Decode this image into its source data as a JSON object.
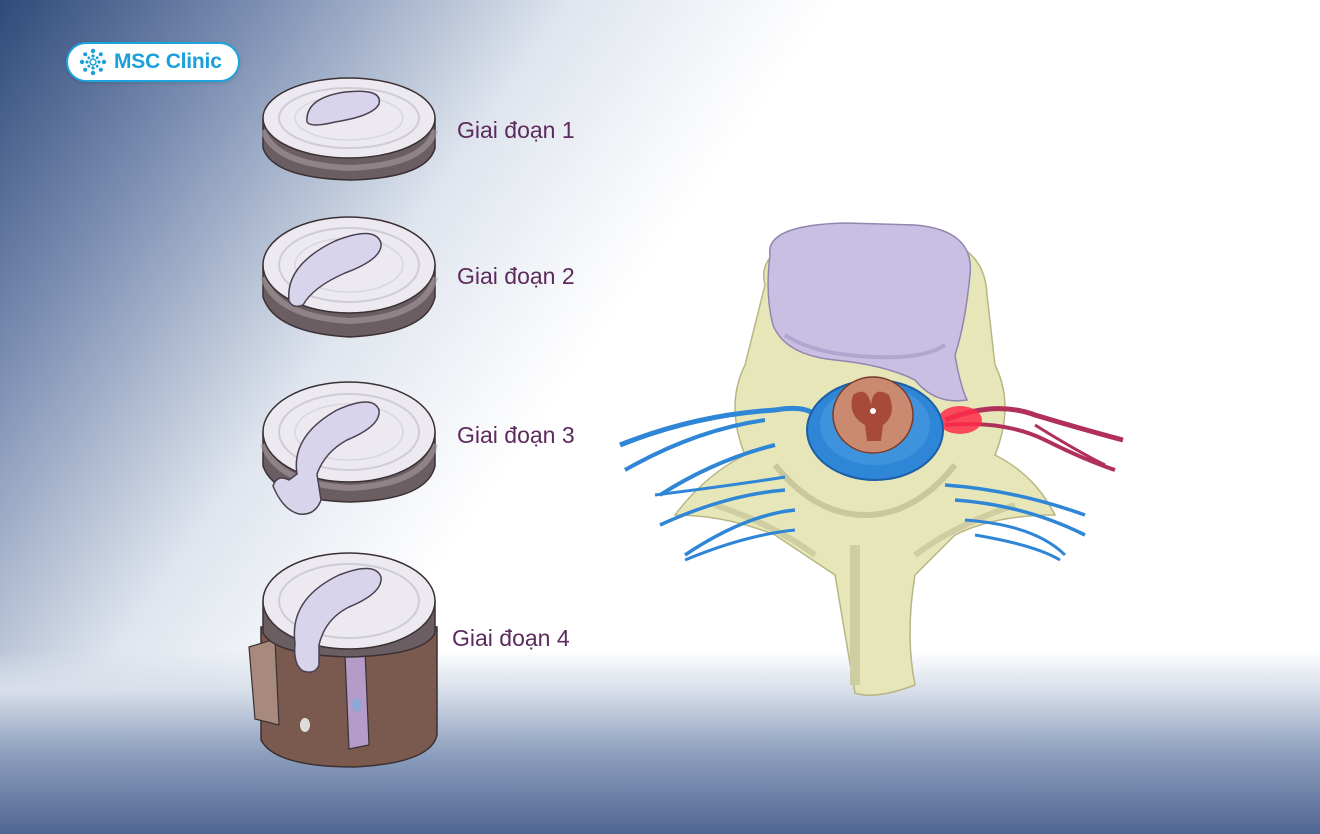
{
  "brand": {
    "name": "MSC Clinic",
    "color": "#1aa0d8"
  },
  "stages": [
    {
      "label": "Giai đoạn 1"
    },
    {
      "label": "Giai đoạn 2"
    },
    {
      "label": "Giai đoạn 3"
    },
    {
      "label": "Giai đoạn 4"
    }
  ],
  "colors": {
    "label": "#5c2a5c",
    "disc": "#e8e8ee",
    "nucleus": "#d8d4ec",
    "bone": "#e7e6b8",
    "nerve": "#2f86d6",
    "compressed_nerve": "#b0305a",
    "herniation": "#c9bfe2"
  }
}
